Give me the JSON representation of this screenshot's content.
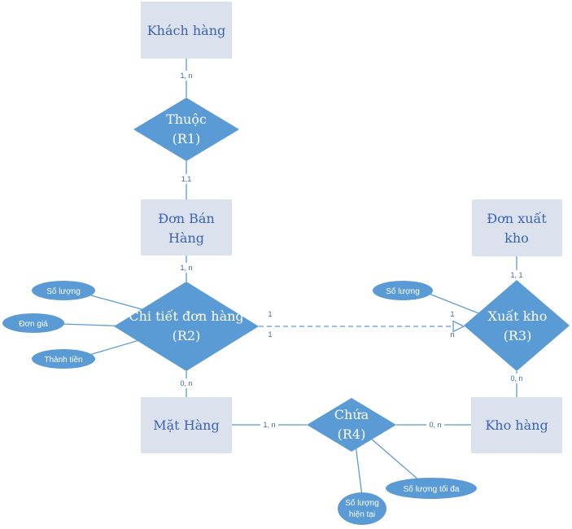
{
  "colors": {
    "entity_fill": "#dce1ee",
    "entity_text": "#3b64b0",
    "relation_fill": "#5b9bd5",
    "relation_text": "#ffffff",
    "line": "#5b9bd5",
    "label_text": "#3b64b0"
  },
  "entities": {
    "khach_hang": "Khách hàng",
    "don_ban_hang_line1": "Đơn Bán",
    "don_ban_hang_line2": "Hàng",
    "don_xuat_kho_line1": "Đơn xuất",
    "don_xuat_kho_line2": "kho",
    "mat_hang": "Mặt Hàng",
    "kho_hang": "Kho hàng"
  },
  "relationships": {
    "r1_line1": "Thuộc",
    "r1_line2": "(R1)",
    "r2_line1": "Chi tiết đơn hàng",
    "r2_line2": "(R2)",
    "r3_line1": "Xuất kho",
    "r3_line2": "(R3)",
    "r4_line1": "Chứa",
    "r4_line2": "(R4)"
  },
  "attributes": {
    "so_luong_r2": "Số lượng",
    "don_gia": "Đơn giá",
    "thanh_tien": "Thành tiền",
    "so_luong_r3": "Số lượng",
    "so_luong_toi_da": "Số lượng tối đa",
    "so_luong_hien_tai_line1": "Số lượng",
    "so_luong_hien_tai_line2": "hiện tại"
  },
  "cardinalities": {
    "kh_r1": "1, n",
    "r1_dbh": "1,1",
    "dbh_r2": "1, n",
    "r2_mh": "0, n",
    "r2_r3_left_top": "1",
    "r2_r3_left_bottom": "1",
    "r2_r3_right_top": "1",
    "r2_r3_right_bottom": "n",
    "dxk_r3": "1, 1",
    "r3_kho": "0, n",
    "mh_r4": "1, n",
    "r4_kho": "0, n"
  }
}
